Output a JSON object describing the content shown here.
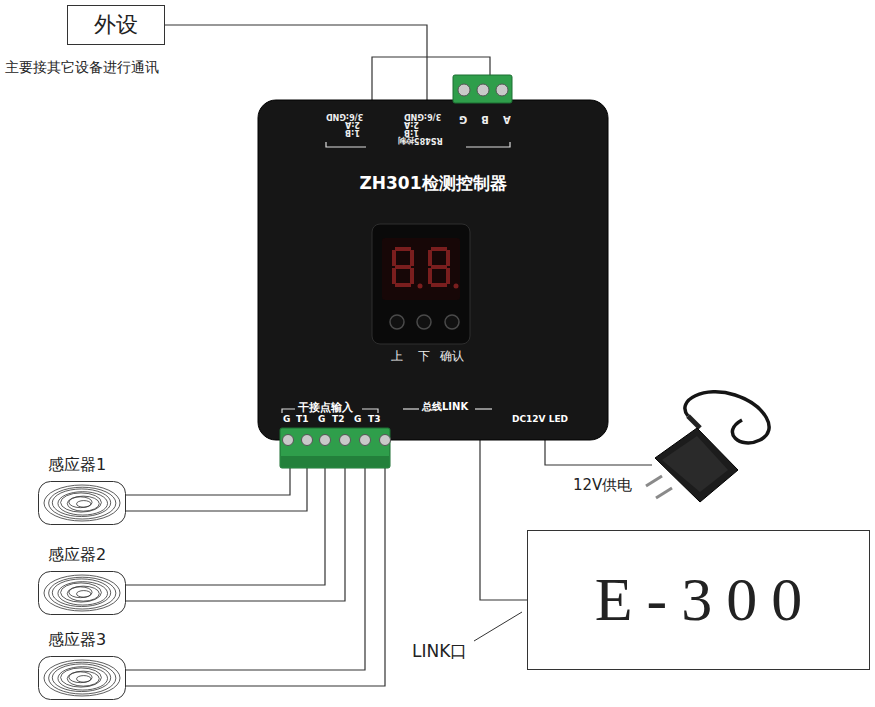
{
  "diagram": {
    "nodes": [
      {
        "text": [
          "外设"
        ]
      },
      {
        "text": [
          "ZH301检测控制器"
        ]
      },
      {
        "text": [
          "感应器1"
        ]
      },
      {
        "text": [
          "感应器2"
        ]
      },
      {
        "text": [
          "感应器3"
        ]
      },
      {
        "text": [
          "E-300"
        ]
      }
    ],
    "edges": [
      {
        "from": 0,
        "to": 1,
        "arrow": "none"
      },
      {
        "from": 2,
        "to": 1,
        "arrow": "none"
      },
      {
        "from": 3,
        "to": 1,
        "arrow": "none"
      },
      {
        "from": 4,
        "to": 1,
        "arrow": "none"
      },
      {
        "from": 1,
        "to": 5,
        "arrow": "none"
      }
    ],
    "labels": [
      "主要接其它设备进行通讯",
      "1:B",
      "2:A",
      "3/6:GND",
      "1:B",
      "2:A",
      "3/6:GND",
      "RS485控制",
      "A",
      "B",
      "G",
      "上",
      "下",
      "确认",
      "干接点输入",
      "G",
      "T1",
      "G",
      "T2",
      "G",
      "T3",
      "总线LINK",
      "DC12V LED",
      "12V供电",
      "LINK口"
    ]
  }
}
